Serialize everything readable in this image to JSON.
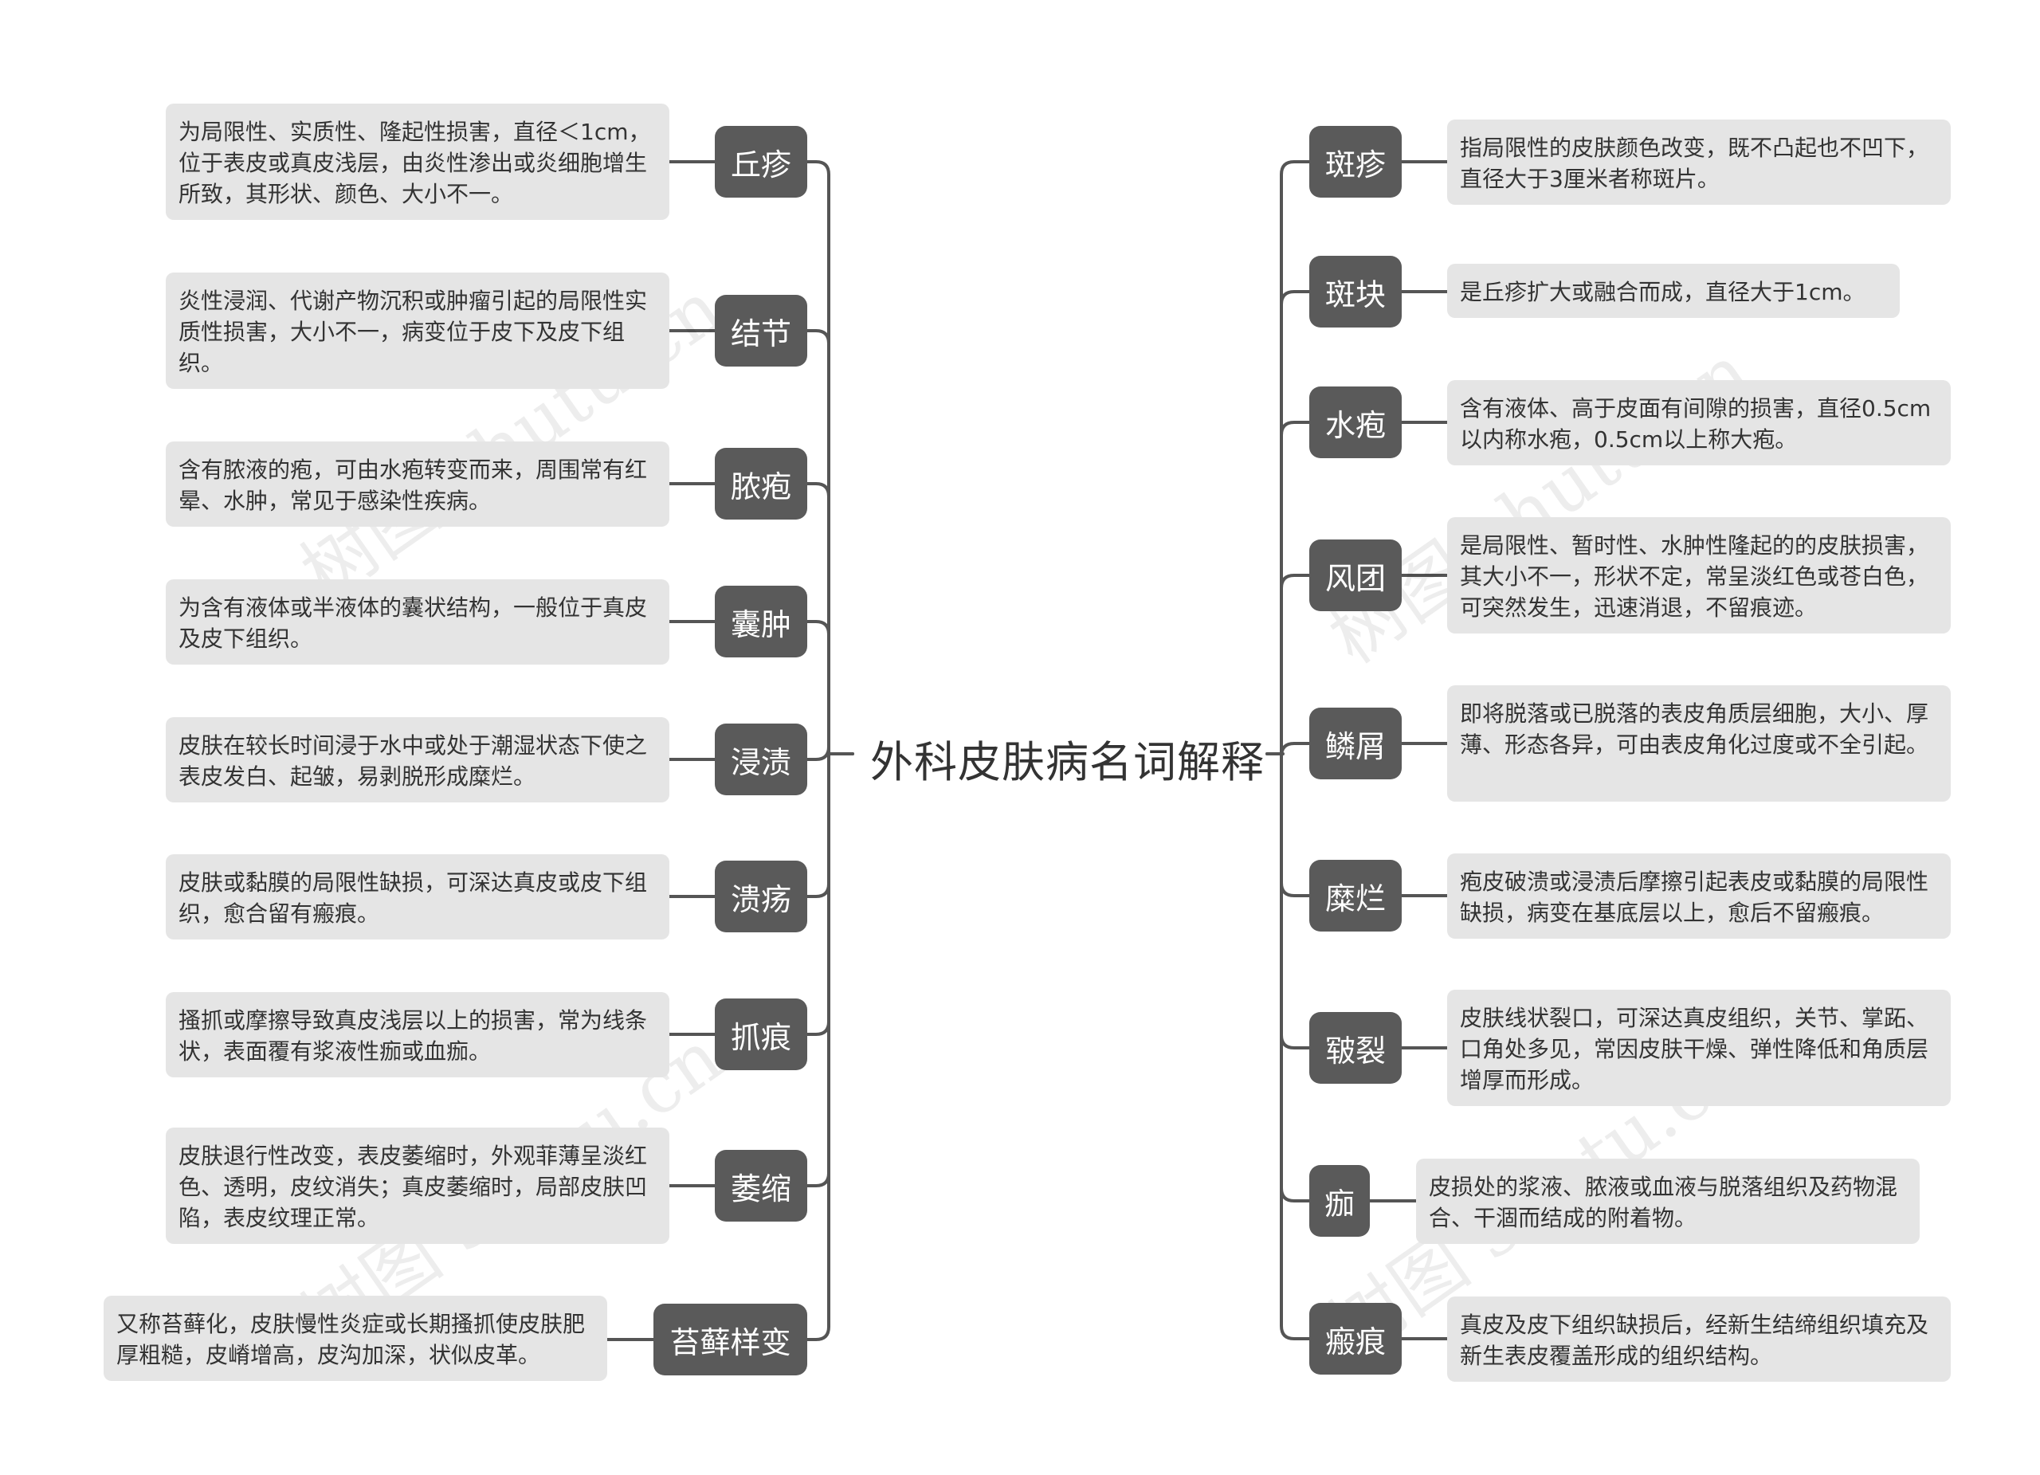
{
  "root": {
    "label": "外科皮肤病名词解释"
  },
  "left": [
    {
      "term": "丘疹",
      "desc": "为局限性、实质性、隆起性损害，直径＜1cm，位于表皮或真皮浅层，由炎性渗出或炎细胞增生所致，其形状、颜色、大小不一。"
    },
    {
      "term": "结节",
      "desc": "炎性浸润、代谢产物沉积或肿瘤引起的局限性实质性损害，大小不一，病变位于皮下及皮下组织。"
    },
    {
      "term": "脓疱",
      "desc": "含有脓液的疱，可由水疱转变而来，周围常有红晕、水肿，常见于感染性疾病。"
    },
    {
      "term": "囊肿",
      "desc": "为含有液体或半液体的囊状结构，一般位于真皮及皮下组织。"
    },
    {
      "term": "浸渍",
      "desc": "皮肤在较长时间浸于水中或处于潮湿状态下使之表皮发白、起皱，易剥脱形成糜烂。"
    },
    {
      "term": "溃疡",
      "desc": "皮肤或黏膜的局限性缺损，可深达真皮或皮下组织，愈合留有瘢痕。"
    },
    {
      "term": "抓痕",
      "desc": "搔抓或摩擦导致真皮浅层以上的损害，常为线条状，表面覆有浆液性痂或血痂。"
    },
    {
      "term": "萎缩",
      "desc": "皮肤退行性改变，表皮萎缩时，外观菲薄呈淡红色、透明，皮纹消失；真皮萎缩时，局部皮肤凹陷，表皮纹理正常。"
    },
    {
      "term": "苔藓样变",
      "desc": "又称苔藓化，皮肤慢性炎症或长期搔抓使皮肤肥厚粗糙，皮嵴增高，皮沟加深，状似皮革。"
    }
  ],
  "right": [
    {
      "term": "斑疹",
      "desc": "指局限性的皮肤颜色改变，既不凸起也不凹下，直径大于3厘米者称斑片。"
    },
    {
      "term": "斑块",
      "desc": "是丘疹扩大或融合而成，直径大于1cm。"
    },
    {
      "term": "水疱",
      "desc": "含有液体、高于皮面有间隙的损害，直径0.5cm以内称水疱，0.5cm以上称大疱。"
    },
    {
      "term": "风团",
      "desc": "是局限性、暂时性、水肿性隆起的的皮肤损害，其大小不一，形状不定，常呈淡红色或苍白色，可突然发生，迅速消退，不留痕迹。"
    },
    {
      "term": "鳞屑",
      "desc": "即将脱落或已脱落的表皮角质层细胞，大小、厚薄、形态各异，可由表皮角化过度或不全引起。"
    },
    {
      "term": "糜烂",
      "desc": "疱皮破溃或浸渍后摩擦引起表皮或黏膜的局限性缺损，病变在基底层以上，愈后不留瘢痕。"
    },
    {
      "term": "皲裂",
      "desc": "皮肤线状裂口，可深达真皮组织，关节、掌跖、口角处多见，常因皮肤干燥、弹性降低和角质层增厚而形成。"
    },
    {
      "term": "痂",
      "desc": "皮损处的浆液、脓液或血液与脱落组织及药物混合、干涸而结成的附着物。"
    },
    {
      "term": "瘢痕",
      "desc": "真皮及皮下组织缺损后，经新生结缔组织填充及新生表皮覆盖形成的组织结构。"
    }
  ],
  "watermark": "树图 shutu.cn",
  "colors": {
    "term_bg": "#5a5a5a",
    "desc_bg": "#e5e5e5",
    "line": "#555555",
    "text": "#333333"
  }
}
